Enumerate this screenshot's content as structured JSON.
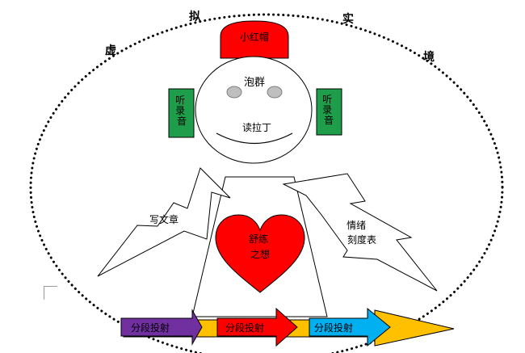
{
  "outer_ring_words": [
    "虚",
    "拟",
    "实",
    "境"
  ],
  "hat": {
    "label": "小红帽",
    "color": "#ff0000"
  },
  "head": {
    "top_label": "泡群",
    "mouth_label": "读拉丁"
  },
  "headphones": {
    "left_label": [
      "听",
      "录",
      "音"
    ],
    "right_label": [
      "听",
      "录",
      "音"
    ],
    "color": "#1e9e4a"
  },
  "left_bolt": {
    "label": "写文章"
  },
  "right_bolt": {
    "label_lines": [
      "情绪",
      "刻度表"
    ]
  },
  "heart": {
    "label_lines": [
      "舒练",
      "之想"
    ],
    "color": "#ff0000"
  },
  "arrows": [
    {
      "label": "分段投射",
      "color": "#7030a0"
    },
    {
      "label": "分段投射",
      "color": "#ff0000"
    },
    {
      "label": "分段投射",
      "color": "#00b0f0"
    }
  ],
  "track_color": "#ffc000"
}
